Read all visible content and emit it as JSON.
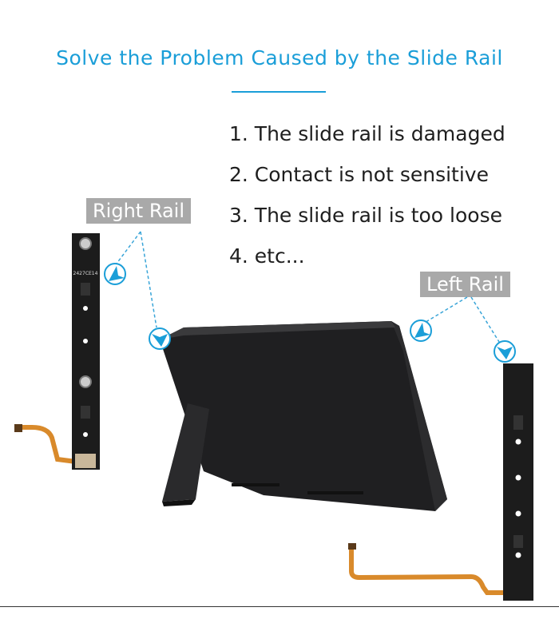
{
  "title": "Solve the Problem Caused by the Slide Rail",
  "problems": [
    "1. The slide rail is damaged",
    "2. Contact is not sensitive",
    "3. The slide rail is too loose",
    "4. etc..."
  ],
  "labels": {
    "right_rail": "Right Rail",
    "left_rail": "Left Rail"
  },
  "rail_marking": "2427CE14",
  "colors": {
    "accent": "#1a9ed8",
    "tag_bg": "#a9a9a9",
    "rail": "#1c1c1c",
    "flex_cable": "#d98a2b"
  }
}
